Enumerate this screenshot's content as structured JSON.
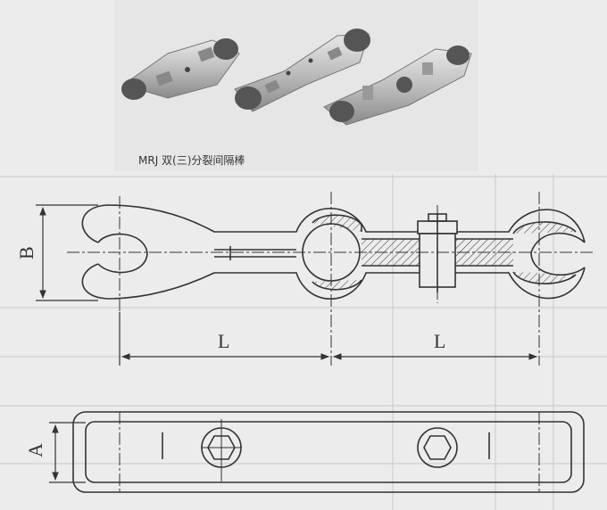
{
  "photo": {
    "caption": "MRJ 双(三)分裂间隔棒",
    "items": [
      "spacer-type-1",
      "spacer-type-2",
      "spacer-type-3"
    ]
  },
  "dimensions": {
    "height_label": "B",
    "length_label_left": "L",
    "length_label_right": "L",
    "thickness_label": "A"
  },
  "colors": {
    "line": "#333333",
    "metal": "#bdbdbd",
    "background": "#ececec"
  }
}
